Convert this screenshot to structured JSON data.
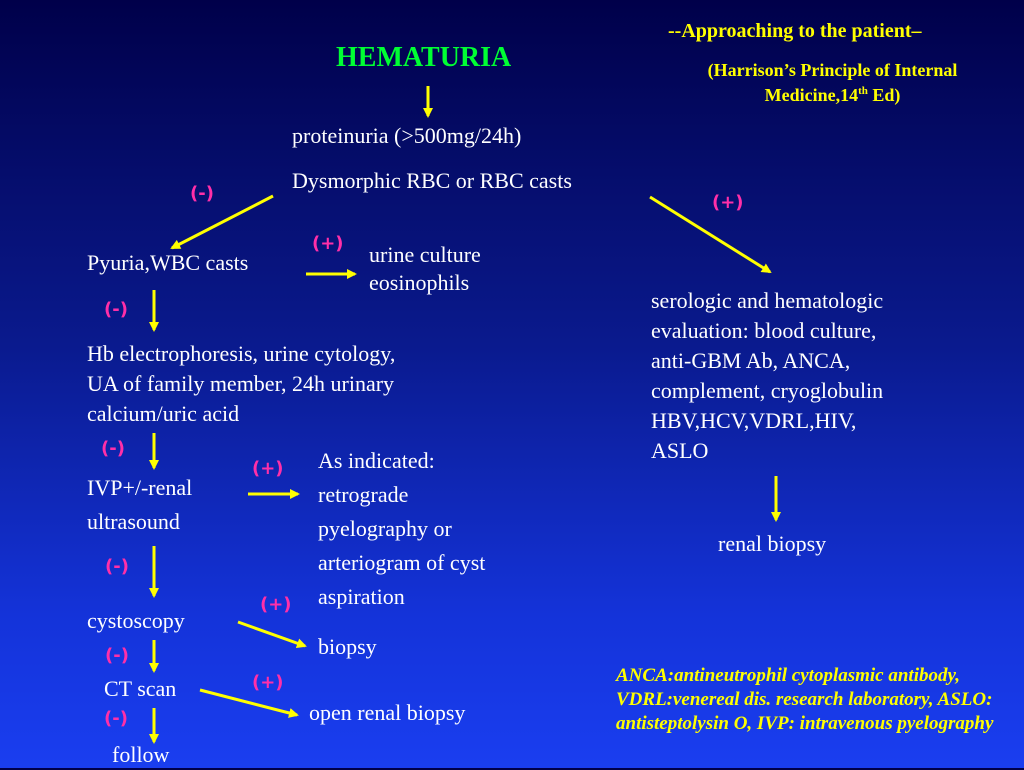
{
  "header": {
    "title": "HEMATURIA",
    "approach": "--Approaching to the patient–",
    "reference": "(Harrison’s Principle of Internal Medicine,14",
    "reference_sup": "th",
    "reference_end": "Ed)"
  },
  "nodes": {
    "proteinuria": "proteinuria (>500mg/24h)",
    "dysmorphic": "Dysmorphic RBC or RBC casts",
    "pyuria": "Pyuria,WBC casts",
    "urine_culture_1": "urine culture",
    "urine_culture_2": "eosinophils",
    "hb_1": "Hb electrophoresis, urine cytology,",
    "hb_2": "UA of family member, 24h urinary",
    "hb_3": "calcium/uric acid",
    "ivp_1": "IVP+/-renal",
    "ivp_2": "ultrasound",
    "indicated_1": "As indicated:",
    "indicated_2": "retrograde",
    "indicated_3": "pyelography or",
    "indicated_4": "arteriogram of cyst",
    "indicated_5": "aspiration",
    "cystoscopy": "cystoscopy",
    "biopsy": "biopsy",
    "ct_scan": "CT scan",
    "open_renal_biopsy": "open renal biopsy",
    "follow": "follow",
    "serologic_1": "serologic and hematologic",
    "serologic_2": "evaluation:  blood culture,",
    "serologic_3": "anti-GBM Ab, ANCA,",
    "serologic_4": "complement, cryoglobulin",
    "serologic_5": "HBV,HCV,VDRL,HIV,",
    "serologic_6": "ASLO",
    "renal_biopsy": "renal biopsy"
  },
  "signs": {
    "neg": "(-)",
    "pos": "(+)"
  },
  "legend": "ANCA:antineutrophil cytoplasmic antibody, VDRL:venereal dis. research laboratory, ASLO: antisteptolysin O, IVP: intravenous pyelography",
  "colors": {
    "title": "#00ff33",
    "reference": "#ffff00",
    "arrow": "#ffff00",
    "sign": "#ff2fa8",
    "text": "#ffffff"
  }
}
